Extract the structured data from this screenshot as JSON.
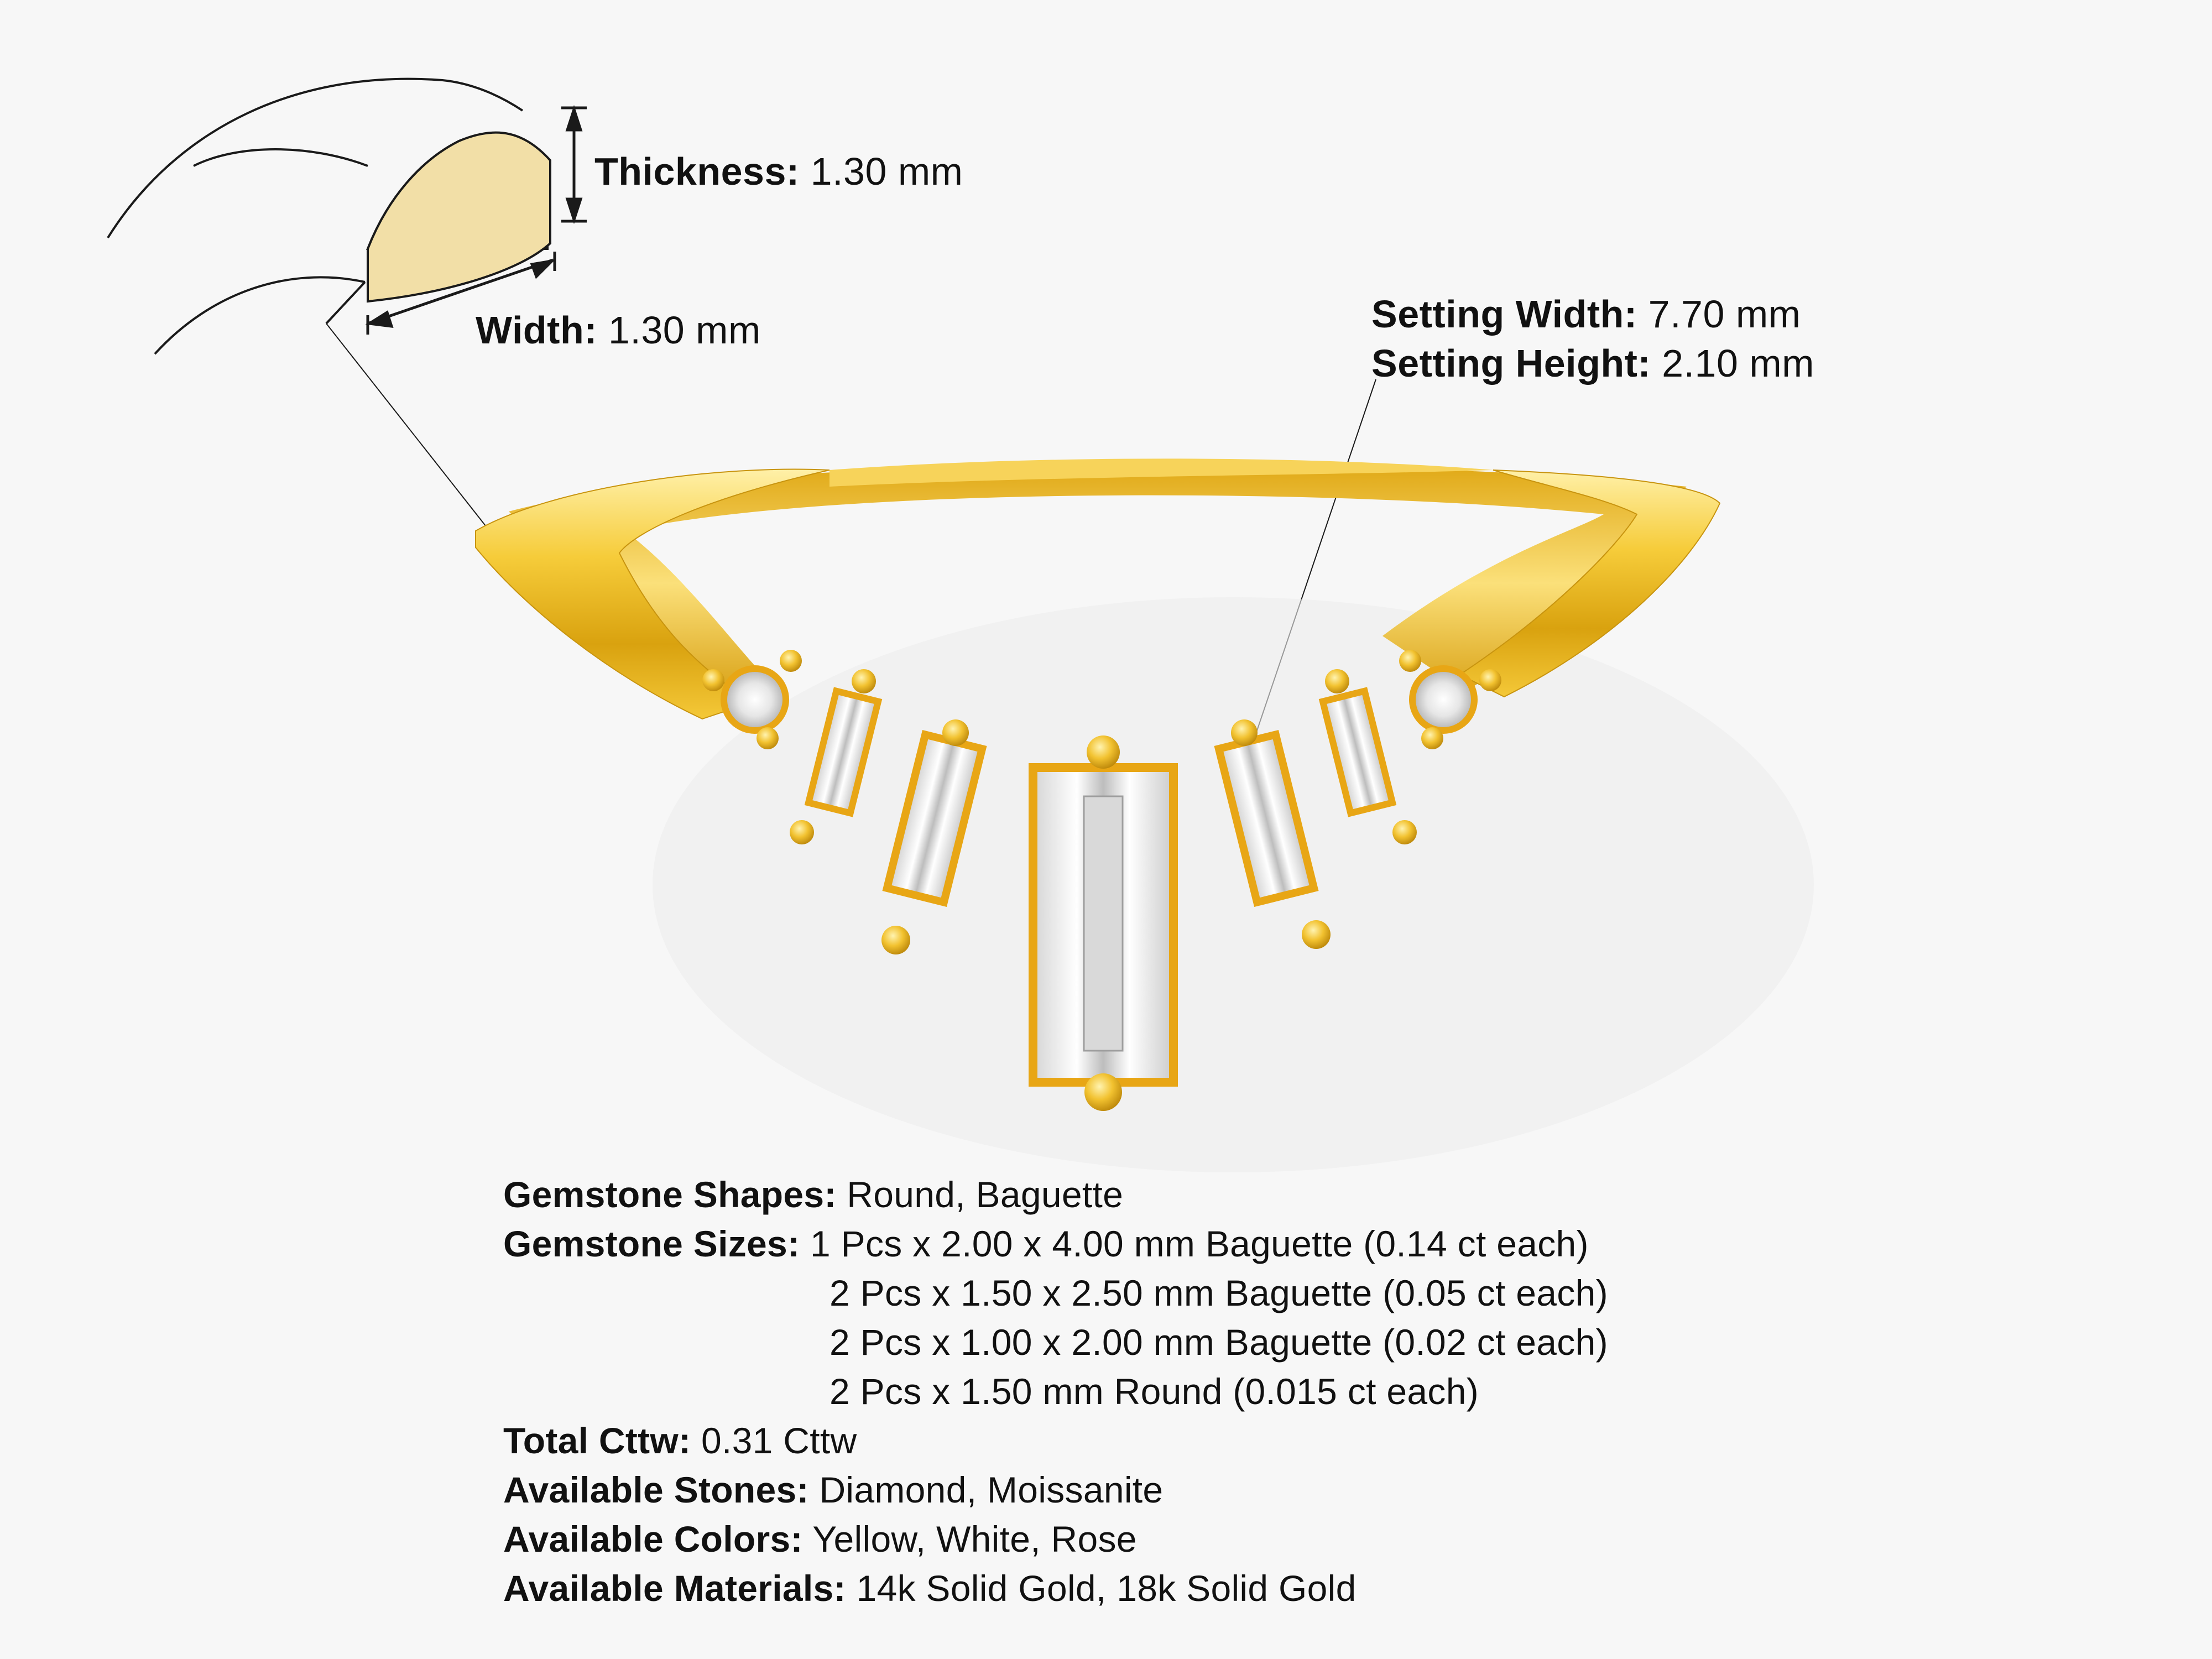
{
  "dimensions": {
    "thickness": {
      "label": "Thickness:",
      "value": " 1.30 mm"
    },
    "width": {
      "label": "Width:",
      "value": " 1.30 mm"
    },
    "setting_width": {
      "label": "Setting Width:",
      "value": " 7.70 mm"
    },
    "setting_height": {
      "label": "Setting Height:",
      "value": " 2.10 mm"
    }
  },
  "specs": {
    "gemstone_shapes": {
      "label": "Gemstone Shapes:",
      "value": " Round, Baguette"
    },
    "gemstone_sizes": {
      "label": "Gemstone Sizes:",
      "lines": [
        " 1 Pcs x 2.00 x 4.00 mm Baguette (0.14 ct each)",
        "2 Pcs x 1.50 x 2.50 mm Baguette (0.05 ct each)",
        "2 Pcs x 1.00 x 2.00 mm Baguette (0.02 ct each)",
        "2 Pcs x 1.50 mm Round (0.015 ct each)"
      ]
    },
    "total_cttw": {
      "label": "Total Cttw:",
      "value": " 0.31 Cttw"
    },
    "available_stones": {
      "label": "Available Stones:",
      "value": " Diamond, Moissanite"
    },
    "available_colors": {
      "label": "Available Colors:",
      "value": " Yellow, White, Rose"
    },
    "available_materials": {
      "label": "Available Materials:",
      "value": " 14k Solid Gold, 18k Solid Gold"
    }
  },
  "colors": {
    "background": "#f7f7f7",
    "cross_section_fill": "#f2dfa7",
    "gold_light": "#fde37a",
    "gold_mid": "#f2c230",
    "gold_dark": "#c8940f",
    "stone": "#eeeeee",
    "line": "#1a1a1a"
  }
}
